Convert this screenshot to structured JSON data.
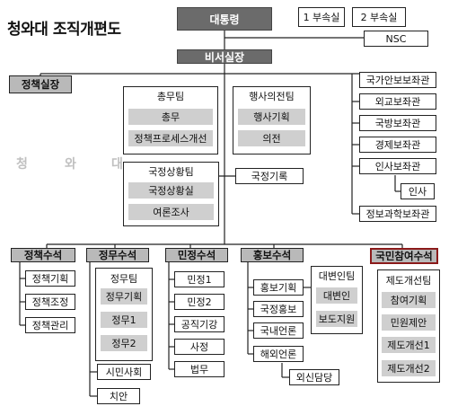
{
  "title": "청와대 조직개편도",
  "watermark": [
    "청",
    "와",
    "대"
  ],
  "legend": {
    "first": "1 부속실",
    "second": "2 부속실"
  },
  "top": {
    "president": "대통령",
    "chief_secretary": "비서실장",
    "nsc": "NSC"
  },
  "left_office": "정책실장",
  "center_groups": {
    "general_affairs": {
      "head": "총무팀",
      "items": [
        "총무",
        "정책프로세스개선"
      ]
    },
    "events": {
      "head": "행사의전팀",
      "items": [
        "행사기획",
        "의전"
      ]
    },
    "state_affairs": {
      "head": "국정상황팀",
      "items": [
        "국정상황실",
        "여론조사"
      ]
    },
    "records": "국정기록"
  },
  "right_column": {
    "security": "국가안보보좌관",
    "foreign": "외교보좌관",
    "defense": "국방보좌관",
    "economy": "경제보좌관",
    "personnel": "인사보좌관",
    "personnel_sub": "인사",
    "info_science": "정보과학보좌관"
  },
  "bottom": {
    "policy": {
      "head": "정책수석",
      "items": [
        "정책기획",
        "정책조정",
        "정책관리"
      ]
    },
    "political": {
      "head": "정무수석",
      "group": [
        "정무팀",
        "정무기획",
        "정무1",
        "정무2"
      ],
      "items": [
        "시민사회",
        "치안"
      ]
    },
    "civil": {
      "head": "민정수석",
      "items": [
        "민정1",
        "민정2",
        "공직기강",
        "사정",
        "법무"
      ]
    },
    "pr": {
      "head": "홍보수석",
      "items": [
        "홍보기획",
        "국정홍보",
        "국내언론",
        "해외언론",
        "외신담당"
      ],
      "spokes": [
        "대변인팀",
        "대변인",
        "보도지원"
      ]
    },
    "participation": {
      "head": "국민참여수석",
      "items": [
        "제도개선팀",
        "참여기획",
        "민원제안",
        "제도개선1",
        "제도개선2"
      ]
    }
  }
}
